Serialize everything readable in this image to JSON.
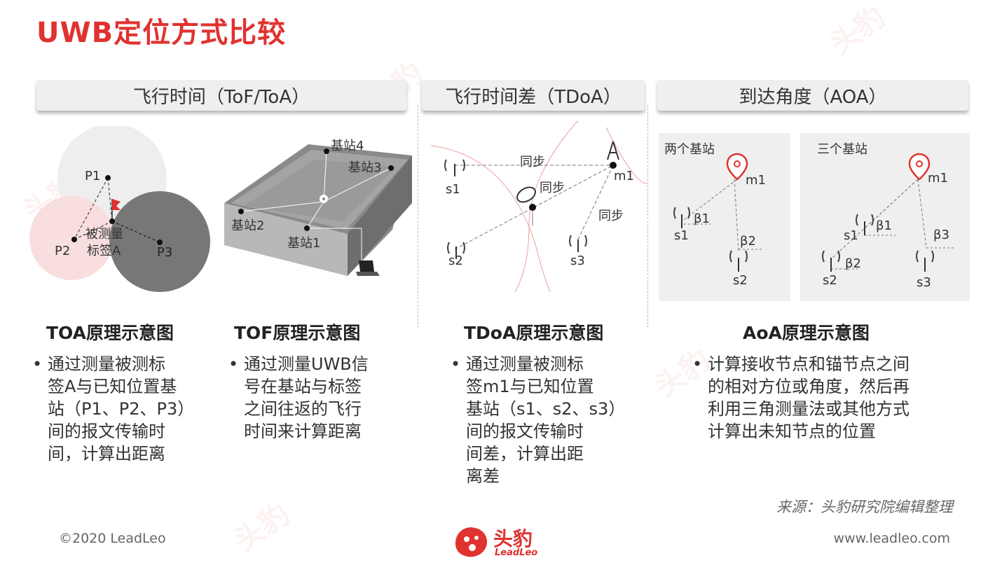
{
  "title": "UWB定位方式比较",
  "tabs": [
    {
      "label": "飞行时间（ToF/ToA）"
    },
    {
      "label": "飞行时间差（TDoA）"
    },
    {
      "label": "到达角度（AOA）"
    }
  ],
  "toa_diagram": {
    "p1": "P1",
    "p2": "P2",
    "p3": "P3",
    "tag_line1": "被测量",
    "tag_line2": "标签A"
  },
  "tof_diagram": {
    "bs1": "基站1",
    "bs2": "基站2",
    "bs3": "基站3",
    "bs4": "基站4"
  },
  "tdoa_diagram": {
    "s1": "s1",
    "s2": "s2",
    "s3": "s3",
    "m1": "m1",
    "sync1": "同步",
    "sync2": "同步",
    "sync3": "同步"
  },
  "aoa_diagram": {
    "two": {
      "title": "两个基站",
      "m1": "m1",
      "s1": "s1",
      "s2": "s2",
      "b1": "β1",
      "b2": "β2"
    },
    "three": {
      "title": "三个基站",
      "m1": "m1",
      "s1": "s1",
      "s2": "s2",
      "s3": "s3",
      "b1": "β1",
      "b2": "β2",
      "b3": "β3"
    }
  },
  "sections": {
    "toa": {
      "heading": "TOA原理示意图",
      "lines": [
        "通过测量被测标",
        "签A与已知位置基",
        "站（P1、P2、P3）",
        "间的报文传输时",
        "间，计算出距离"
      ]
    },
    "tof": {
      "heading": "TOF原理示意图",
      "lines": [
        "通过测量UWB信",
        "号在基站与标签",
        "之间往返的飞行",
        "时间来计算距离"
      ]
    },
    "tdoa": {
      "heading": "TDoA原理示意图",
      "lines": [
        "通过测量被测标",
        "签m1与已知位置",
        "基站（s1、s2、s3）",
        "间的报文传输时",
        "间差，计算出距",
        "离差"
      ]
    },
    "aoa": {
      "heading": "AoA原理示意图",
      "lines": [
        "计算接收节点和锚节点之间",
        "的相对方位或角度，然后再",
        "利用三角测量法或其他方式",
        "计算出未知节点的位置"
      ]
    }
  },
  "bullet_symbol": "•",
  "source": "来源：头豹研究院编辑整理",
  "footer": {
    "copyright": "©2020 LeadLeo",
    "logo_cn": "头豹",
    "logo_en": "LeadLeo",
    "website": "www.leadleo.com"
  },
  "watermark": "头豹",
  "colors": {
    "accent": "#e0322f",
    "tab_bg": "#efefef"
  }
}
